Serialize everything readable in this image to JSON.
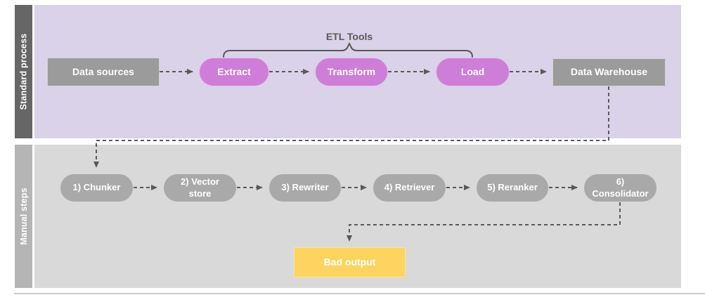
{
  "diagram": {
    "lanes": [
      {
        "id": "standard-process",
        "label": "Standard process"
      },
      {
        "id": "manual-steps",
        "label": "Manual steps"
      }
    ],
    "annotation": {
      "etl_tools_label": "ETL Tools"
    },
    "nodes": {
      "data_sources": {
        "label": "Data sources"
      },
      "extract": {
        "label": "Extract"
      },
      "transform": {
        "label": "Transform"
      },
      "load": {
        "label": "Load"
      },
      "data_warehouse": {
        "label": "Data Warehouse"
      },
      "chunker": {
        "label": "1) Chunker"
      },
      "vector_store": {
        "label": "2) Vector\nstore"
      },
      "rewriter": {
        "label": "3) Rewriter"
      },
      "retriever": {
        "label": "4) Retriever"
      },
      "reranker": {
        "label": "5) Reranker"
      },
      "consolidator": {
        "label": "6)\nConsolidator"
      },
      "bad_output": {
        "label": "Bad output"
      }
    },
    "colors": {
      "lane_standard_bg": "#d9d2e9",
      "lane_standard_sidebar": "#666666",
      "lane_manual_bg": "#d9d9d9",
      "lane_manual_sidebar": "#b5b5b5",
      "rect_gray": "#9b9b9b",
      "pill_purple": "#ce7ed8",
      "pill_gray": "#a9a9a9",
      "bad_output_yellow": "#fcd45f",
      "connector": "#595959",
      "label_text": "#ffffff",
      "annotation_text": "#595959"
    }
  }
}
